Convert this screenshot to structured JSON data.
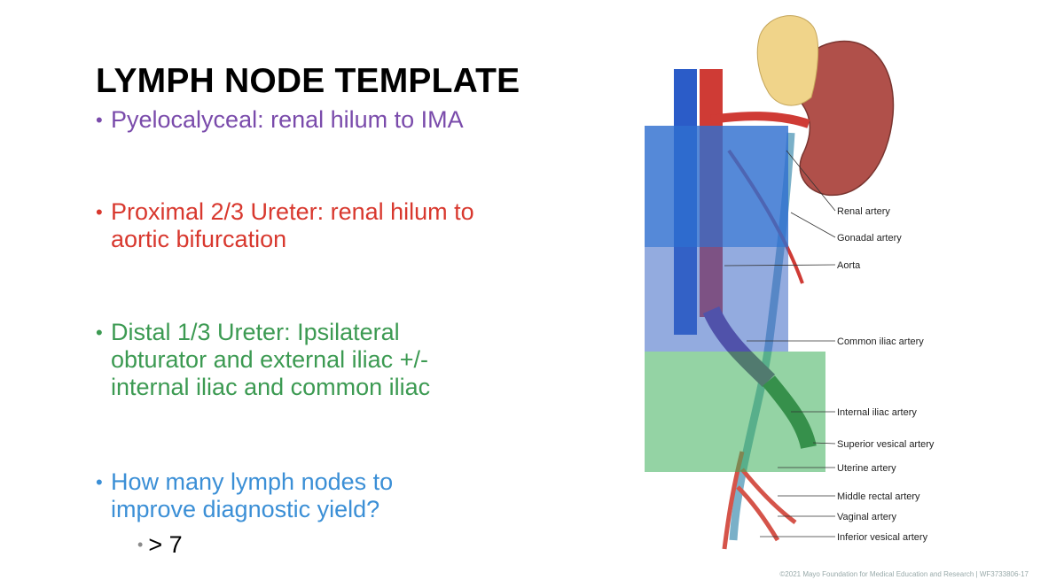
{
  "slide": {
    "title": "LYMPH NODE TEMPLATE",
    "bullets": [
      {
        "text": "Pyelocalyceal: renal hilum to IMA",
        "color": "#7a4bab"
      },
      {
        "text": "Proximal 2/3 Ureter: renal hilum to aortic bifurcation",
        "color": "#d8382e"
      },
      {
        "text": "Distal 1/3 Ureter: Ipsilateral obturator and external iliac +/- internal iliac and common iliac",
        "color": "#3c9a52"
      },
      {
        "text": "How many lymph nodes to improve diagnostic yield?",
        "color": "#3b8fd6"
      }
    ],
    "sub_bullet": "> 7",
    "bullet_glyph": "•"
  },
  "figure": {
    "labels": {
      "renal_artery": "Renal artery",
      "gonadal_artery": "Gonadal artery",
      "aorta": "Aorta",
      "common_iliac": "Common iliac artery",
      "internal_iliac": "Internal iliac artery",
      "superior_vesical": "Superior vesical artery",
      "uterine": "Uterine artery",
      "middle_rectal": "Middle rectal artery",
      "vaginal": "Vaginal artery",
      "inferior_vesical": "Inferior vesical artery"
    },
    "overlay_colors": {
      "blue_zone": "#2f6fcf",
      "purple_zone": "#3a66c4",
      "green_zone": "#3cae5a"
    }
  },
  "footer": "©2021 Mayo Foundation for Medical Education and Research | WF3733806-17"
}
